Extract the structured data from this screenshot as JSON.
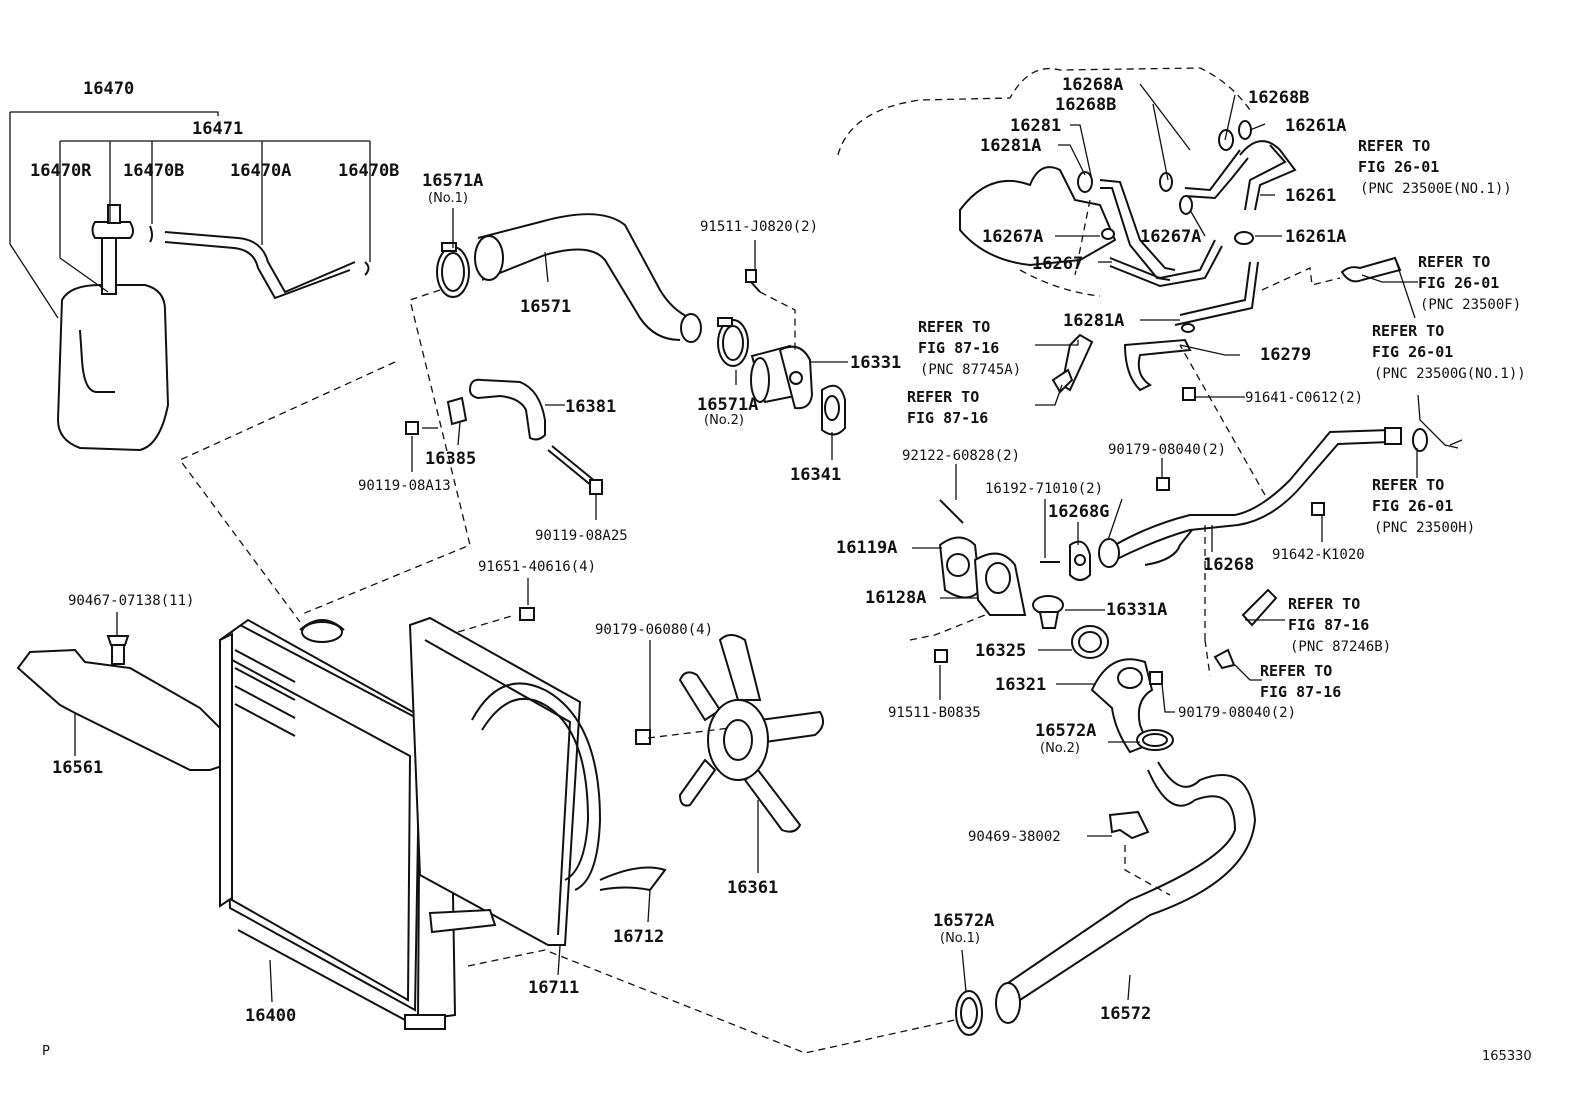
{
  "labels": {
    "p16470": "16470",
    "p16471": "16471",
    "p16470R": "16470R",
    "p16470B_1": "16470B",
    "p16470A": "16470A",
    "p16470B_2": "16470B",
    "p16571A_1": "16571A",
    "no1_a": "(No.1)",
    "p16571": "16571",
    "p91511_J0820": "91511-J0820(2)",
    "p16331": "16331",
    "p16571A_2": "16571A",
    "no2_a": "(No.2)",
    "p16341": "16341",
    "p16381": "16381",
    "p16385": "16385",
    "p90119_08A13": "90119-08A13",
    "p90119_08A25": "90119-08A25",
    "p91651_40616": "91651-40616(4)",
    "p90467_07138": "90467-07138(11)",
    "p16561": "16561",
    "p90179_06080": "90179-06080(4)",
    "p16361": "16361",
    "p16712": "16712",
    "p16711": "16711",
    "p16400": "16400",
    "p16268A": "16268A",
    "p16268B_1": "16268B",
    "p16268B_2": "16268B",
    "p16281": "16281",
    "p16261A_1": "16261A",
    "p16281A_1": "16281A",
    "p16261": "16261",
    "p16267A_1": "16267A",
    "p16267A_2": "16267A",
    "p16261A_2": "16261A",
    "p16267": "16267",
    "p16281A_2": "16281A",
    "p16279": "16279",
    "p91641_C0612": "91641-C0612(2)",
    "p92122_60828": "92122-60828(2)",
    "p90179_08040_1": "90179-08040(2)",
    "p16192_71010": "16192-71010(2)",
    "p16268G": "16268G",
    "p16119A": "16119A",
    "p16268": "16268",
    "p91642_K1020": "91642-K1020",
    "p16128A": "16128A",
    "p16331A": "16331A",
    "p16325": "16325",
    "p16321": "16321",
    "p91511_B0835": "91511-B0835",
    "p90179_08040_2": "90179-08040(2)",
    "p16572A_1": "16572A",
    "no2_b": "(No.2)",
    "p90469_38002": "90469-38002",
    "p16572A_2": "16572A",
    "no1_b": "(No.1)",
    "p16572": "16572",
    "corner_p": "P",
    "fig_number": "165330"
  },
  "refs": {
    "r1": [
      "REFER TO",
      "FIG 26-01",
      "(PNC 23500E(NO.1))"
    ],
    "r2": [
      "REFER TO",
      "FIG 26-01",
      "(PNC 23500F)"
    ],
    "r3": [
      "REFER TO",
      "FIG 26-01",
      "(PNC 23500G(NO.1))"
    ],
    "r4": [
      "REFER TO",
      "FIG 26-01",
      "(PNC 23500H)"
    ],
    "r5": [
      "REFER TO",
      "FIG 87-16",
      "(PNC 87745A)"
    ],
    "r6": [
      "REFER TO",
      "FIG 87-16"
    ],
    "r7": [
      "REFER TO",
      "FIG 87-16",
      "(PNC 87246B)"
    ],
    "r8": [
      "REFER TO",
      "FIG 87-16"
    ]
  }
}
